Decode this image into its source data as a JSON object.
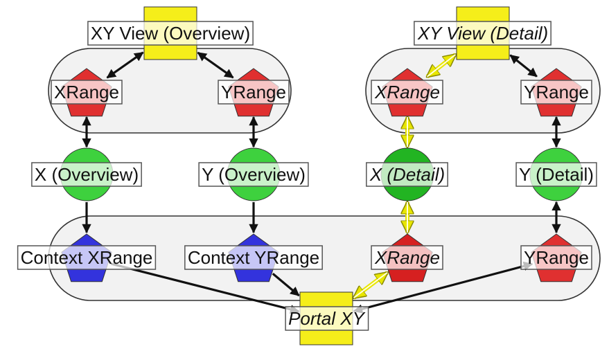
{
  "colors": {
    "view": "#f5ee1a",
    "range": "#e03030",
    "range_selected": "#d62020",
    "dimension": "#3ed13e",
    "dimension_selected": "#22b422",
    "context": "#3333dd",
    "link_default": "#111111",
    "link_selected": "#e8e600"
  },
  "nodes": [
    {
      "id": "xy_overview",
      "label": "XY View (Overview)",
      "shape": "square-icon",
      "color_key": "view",
      "italic": false
    },
    {
      "id": "xrange_ov",
      "label": "XRange",
      "shape": "pentagon-icon",
      "color_key": "range",
      "italic": false
    },
    {
      "id": "yrange_ov",
      "label": "YRange",
      "shape": "pentagon-icon",
      "color_key": "range",
      "italic": false
    },
    {
      "id": "x_ov",
      "label": "X (Overview)",
      "shape": "circle-icon",
      "color_key": "dimension",
      "italic": false
    },
    {
      "id": "y_ov",
      "label": "Y (Overview)",
      "shape": "circle-icon",
      "color_key": "dimension",
      "italic": false
    },
    {
      "id": "ctx_x",
      "label": "Context XRange",
      "shape": "pentagon-icon",
      "color_key": "context",
      "italic": false
    },
    {
      "id": "ctx_y",
      "label": "Context YRange",
      "shape": "pentagon-icon",
      "color_key": "context",
      "italic": false
    },
    {
      "id": "xy_detail",
      "label": "XY View (Detail)",
      "shape": "square-icon",
      "color_key": "view",
      "italic": true
    },
    {
      "id": "xrange_dt",
      "label": "XRange",
      "shape": "pentagon-icon",
      "color_key": "range",
      "italic": true
    },
    {
      "id": "yrange_dt",
      "label": "YRange",
      "shape": "pentagon-icon",
      "color_key": "range",
      "italic": false
    },
    {
      "id": "x_dt",
      "label": "X (Detail)",
      "shape": "circle-icon",
      "color_key": "dimension_selected",
      "italic": true
    },
    {
      "id": "y_dt",
      "label": "Y (Detail)",
      "shape": "circle-icon",
      "color_key": "dimension",
      "italic": false
    },
    {
      "id": "xrange_pt",
      "label": "XRange",
      "shape": "pentagon-icon",
      "color_key": "range_selected",
      "italic": true
    },
    {
      "id": "yrange_pt",
      "label": "YRange",
      "shape": "pentagon-icon",
      "color_key": "range",
      "italic": false
    },
    {
      "id": "portal",
      "label": "Portal XY",
      "shape": "square-icon",
      "color_key": "view",
      "italic": true
    }
  ],
  "edges": [
    {
      "from": "xy_overview",
      "to": "xrange_ov",
      "style": "link_default",
      "direction": "both"
    },
    {
      "from": "xy_overview",
      "to": "yrange_ov",
      "style": "link_default",
      "direction": "both"
    },
    {
      "from": "xrange_ov",
      "to": "x_ov",
      "style": "link_default",
      "direction": "both"
    },
    {
      "from": "yrange_ov",
      "to": "y_ov",
      "style": "link_default",
      "direction": "both"
    },
    {
      "from": "x_ov",
      "to": "ctx_x",
      "style": "link_default",
      "direction": "forward"
    },
    {
      "from": "y_ov",
      "to": "ctx_y",
      "style": "link_default",
      "direction": "forward"
    },
    {
      "from": "ctx_x",
      "to": "portal",
      "style": "link_default",
      "direction": "forward"
    },
    {
      "from": "ctx_y",
      "to": "portal",
      "style": "link_default",
      "direction": "forward"
    },
    {
      "from": "xy_detail",
      "to": "xrange_dt",
      "style": "link_selected",
      "direction": "both"
    },
    {
      "from": "xy_detail",
      "to": "yrange_dt",
      "style": "link_default",
      "direction": "both"
    },
    {
      "from": "xrange_dt",
      "to": "x_dt",
      "style": "link_selected",
      "direction": "both"
    },
    {
      "from": "yrange_dt",
      "to": "y_dt",
      "style": "link_default",
      "direction": "both"
    },
    {
      "from": "x_dt",
      "to": "xrange_pt",
      "style": "link_selected",
      "direction": "both"
    },
    {
      "from": "y_dt",
      "to": "yrange_pt",
      "style": "link_default",
      "direction": "both"
    },
    {
      "from": "xrange_pt",
      "to": "portal",
      "style": "link_selected",
      "direction": "both"
    },
    {
      "from": "yrange_pt",
      "to": "portal",
      "style": "link_default",
      "direction": "both"
    }
  ]
}
